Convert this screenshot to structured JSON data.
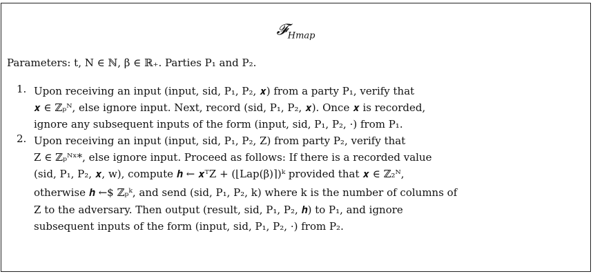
{
  "title": {
    "main": "𝓕",
    "sub": "Hmap"
  },
  "parameters": "Parameters: t, N ∈ ℕ, β ∈ ℝ₊. Parties P₁ and P₂.",
  "items": [
    {
      "number": "1.",
      "lines": [
        "Upon receiving an input (input, sid, P₁, P₂, 𝒙) from a party P₁, verify that",
        "𝒙 ∈ ℤₚᴺ, else ignore input. Next, record (sid, P₁, P₂, 𝒙). Once 𝒙 is recorded,",
        "ignore any subsequent inputs of the form (input, sid, P₁, P₂, ·) from P₁."
      ]
    },
    {
      "number": "2.",
      "lines": [
        "Upon receiving an input (input, sid, P₁, P₂, Z) from party P₂, verify that",
        "Z ∈ ℤₚᴺˣ*, else ignore input. Proceed as follows: If there is a recorded value",
        "(sid, P₁, P₂, 𝒙, w), compute 𝒉 ← 𝒙ᵀZ + (⌊Lap(β)⌉)ᵏ provided that 𝒙 ∈ ℤ₂ᴺ,",
        "otherwise 𝒉 ←$ ℤₚᵏ, and send (sid, P₁, P₂, k) where k is the number of columns of",
        "Z to the adversary. Then output (result, sid, P₁, P₂, 𝒉) to P₁, and ignore",
        "subsequent inputs of the form (input, sid, P₁, P₂, ·) from P₂."
      ]
    }
  ]
}
